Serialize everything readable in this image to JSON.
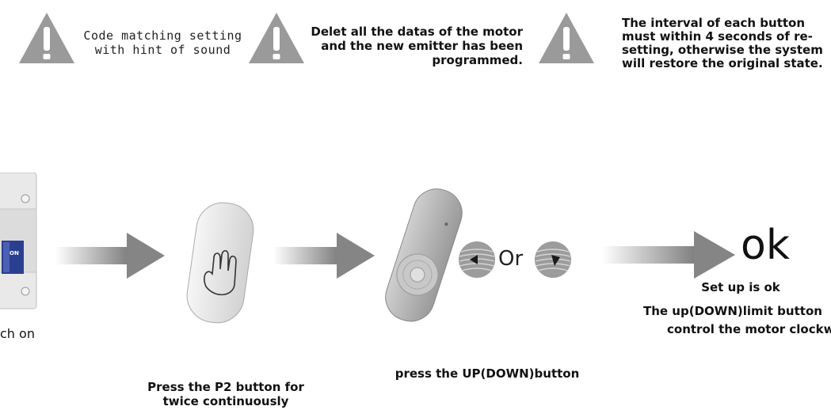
{
  "warnings": [
    {
      "icon": "warning-triangle-icon",
      "text": "Code matching setting with hint of sound"
    },
    {
      "icon": "warning-triangle-icon",
      "text": "Delet all the datas of the motor and the new emitter has been programmed."
    },
    {
      "icon": "warning-triangle-icon",
      "text": "The interval of each button must within 4 seconds of re-setting, otherwise the system will restore the original state."
    }
  ],
  "steps": {
    "switch_caption": "ch on",
    "switch_label": "ON",
    "p2_caption": "Press the P2 button for twice continuously",
    "updown_caption": "press the UP(DOWN)button",
    "or_label": "Or",
    "ok_label": "ok",
    "ok_caption_1": "Set up is ok",
    "ok_caption_2": "The up(DOWN)limit button",
    "ok_caption_3": "control the motor clockwise"
  },
  "colors": {
    "warning_gray": "#9a9a9a",
    "arrow_gray": "#8a8a8a",
    "remote_gray": "#d7d7d7",
    "switch_blue": "#2a3f8f"
  }
}
